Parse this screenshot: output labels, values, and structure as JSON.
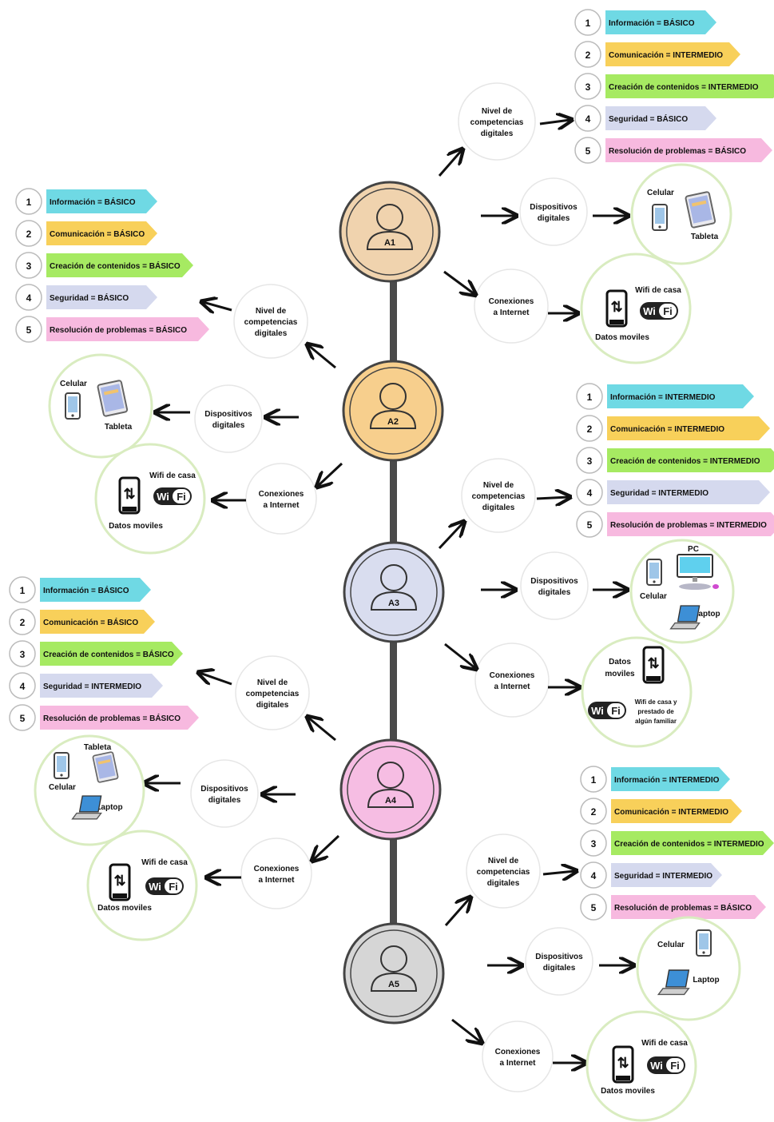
{
  "colors": {
    "A1": "#f0d3ae",
    "A2": "#f7cf8d",
    "A3": "#d9ddef",
    "A4": "#f6bde3",
    "A5": "#d6d6d6",
    "tag_1": "#6fd9e4",
    "tag_2": "#f8d05a",
    "tag_3": "#a6ea62",
    "tag_4": "#d5d9ee",
    "tag_5": "#f7b9df",
    "device_ring": "#d9ecc0"
  },
  "labels": {
    "competencias": [
      "Nivel de",
      "competencias",
      "digitales"
    ],
    "dispositivos": [
      "Dispositivos",
      "digitales"
    ],
    "conexiones": [
      "Conexiones",
      "a Internet"
    ]
  },
  "students": [
    {
      "id": "A1",
      "side": "right",
      "competencias": [
        {
          "n": "1",
          "text": "Información = BÁSICO"
        },
        {
          "n": "2",
          "text": "Comunicación = INTERMEDIO"
        },
        {
          "n": "3",
          "text": "Creación de contenidos = INTERMEDIO"
        },
        {
          "n": "4",
          "text": "Seguridad = BÁSICO"
        },
        {
          "n": "5",
          "text": "Resolución de problemas = BÁSICO"
        }
      ],
      "dispositivos": {
        "labels": [
          "Celular",
          "Tableta"
        ],
        "icons": [
          "phone-icon",
          "tablet-icon"
        ]
      },
      "conexiones": {
        "labels": [
          "Wifi de casa",
          "Datos moviles"
        ],
        "icons": [
          "mobile-data-icon",
          "wifi-icon"
        ]
      }
    },
    {
      "id": "A2",
      "side": "left",
      "competencias": [
        {
          "n": "1",
          "text": "Información = BÁSICO"
        },
        {
          "n": "2",
          "text": "Comunicación = BÁSICO"
        },
        {
          "n": "3",
          "text": "Creación de contenidos = BÁSICO"
        },
        {
          "n": "4",
          "text": "Seguridad = BÁSICO"
        },
        {
          "n": "5",
          "text": "Resolución de problemas = BÁSICO"
        }
      ],
      "dispositivos": {
        "labels": [
          "Celular",
          "Tableta"
        ],
        "icons": [
          "phone-icon",
          "tablet-icon"
        ]
      },
      "conexiones": {
        "labels": [
          "Wifi de casa",
          "Datos moviles"
        ],
        "icons": [
          "mobile-data-icon",
          "wifi-icon"
        ]
      }
    },
    {
      "id": "A3",
      "side": "right",
      "competencias": [
        {
          "n": "1",
          "text": "Información = INTERMEDIO"
        },
        {
          "n": "2",
          "text": "Comunicación = INTERMEDIO"
        },
        {
          "n": "3",
          "text": "Creación de contenidos = INTERMEDIO"
        },
        {
          "n": "4",
          "text": "Seguridad = INTERMEDIO"
        },
        {
          "n": "5",
          "text": "Resolución de problemas = INTERMEDIO"
        }
      ],
      "dispositivos": {
        "labels": [
          "PC",
          "Celular",
          "Laptop"
        ],
        "icons": [
          "phone-icon",
          "pc-icon",
          "laptop-icon"
        ]
      },
      "conexiones": {
        "labels": [
          "Datos moviles",
          "Wifi de casa y prestado de algún familiar"
        ],
        "icons": [
          "mobile-data-icon",
          "wifi-icon"
        ]
      }
    },
    {
      "id": "A4",
      "side": "left",
      "competencias": [
        {
          "n": "1",
          "text": "Información = BÁSICO"
        },
        {
          "n": "2",
          "text": "Comunicación = BÁSICO"
        },
        {
          "n": "3",
          "text": "Creación de contenidos = BÁSICO"
        },
        {
          "n": "4",
          "text": "Seguridad = INTERMEDIO"
        },
        {
          "n": "5",
          "text": "Resolución de problemas = BÁSICO"
        }
      ],
      "dispositivos": {
        "labels": [
          "Tableta",
          "Celular",
          "Laptop"
        ],
        "icons": [
          "phone-icon",
          "tablet-icon",
          "laptop-icon"
        ]
      },
      "conexiones": {
        "labels": [
          "Wifi de casa",
          "Datos moviles"
        ],
        "icons": [
          "mobile-data-icon",
          "wifi-icon"
        ]
      }
    },
    {
      "id": "A5",
      "side": "right",
      "competencias": [
        {
          "n": "1",
          "text": "Información = INTERMEDIO"
        },
        {
          "n": "2",
          "text": "Comunicación = INTERMEDIO"
        },
        {
          "n": "3",
          "text": "Creación de contenidos = INTERMEDIO"
        },
        {
          "n": "4",
          "text": "Seguridad = INTERMEDIO"
        },
        {
          "n": "5",
          "text": "Resolución de problemas = BÁSICO"
        }
      ],
      "dispositivos": {
        "labels": [
          "Celular",
          "Laptop"
        ],
        "icons": [
          "phone-icon",
          "laptop-icon"
        ]
      },
      "conexiones": {
        "labels": [
          "Wifi de casa",
          "Datos moviles"
        ],
        "icons": [
          "mobile-data-icon",
          "wifi-icon"
        ]
      }
    }
  ]
}
